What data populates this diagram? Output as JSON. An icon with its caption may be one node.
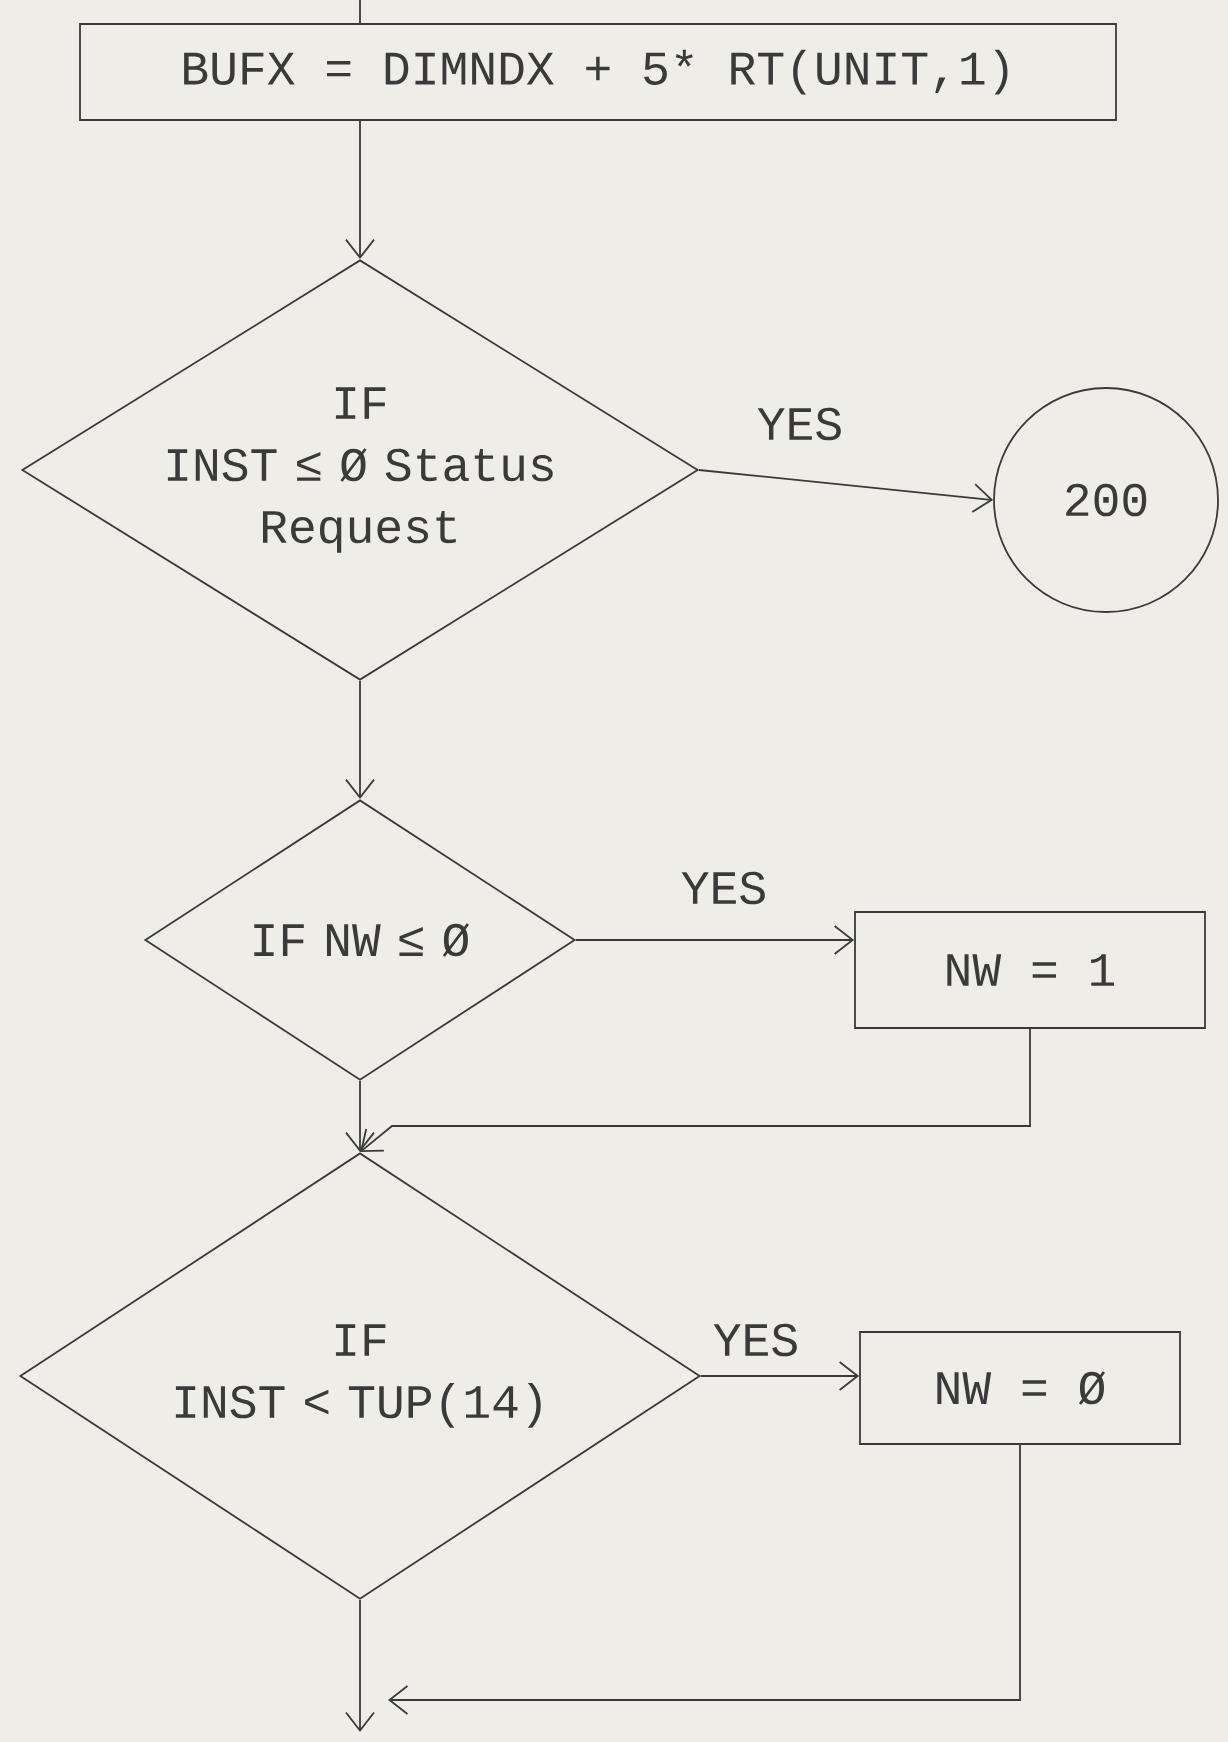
{
  "diagram": {
    "nodes": [
      {
        "text": [
          "BUFX = DIMNDX + 5* RT(UNIT,1)"
        ]
      },
      {
        "text": [
          "IF",
          "INST ≤ Ø Status Request"
        ]
      },
      {
        "text": [
          "200"
        ]
      },
      {
        "text": [
          "IF NW ≤ Ø"
        ]
      },
      {
        "text": [
          "NW = 1"
        ]
      },
      {
        "text": [
          "IF",
          "INST < TUP(14)"
        ]
      },
      {
        "text": [
          "NW = Ø"
        ]
      }
    ],
    "edges": [
      {
        "from": null,
        "to": 0,
        "arrow": "none"
      },
      {
        "from": 0,
        "to": 1,
        "arrow": "to"
      },
      {
        "from": 1,
        "to": 2,
        "arrow": "to",
        "label": "YES"
      },
      {
        "from": 1,
        "to": 3,
        "arrow": "to"
      },
      {
        "from": 3,
        "to": 4,
        "arrow": "to",
        "label": "YES"
      },
      {
        "from": 4,
        "to": 5,
        "arrow": "to"
      },
      {
        "from": 3,
        "to": 5,
        "arrow": "to"
      },
      {
        "from": 5,
        "to": 6,
        "arrow": "to",
        "label": "YES"
      },
      {
        "from": 5,
        "to": null,
        "arrow": "to"
      },
      {
        "from": 6,
        "to": null,
        "arrow": "to"
      }
    ]
  }
}
